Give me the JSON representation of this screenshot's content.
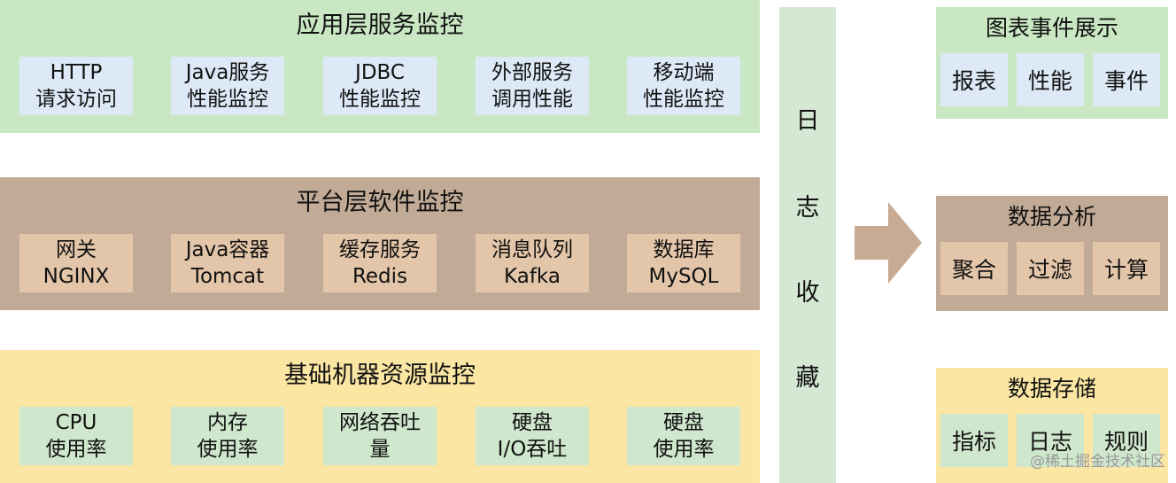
{
  "layers": {
    "app": {
      "title": "应用层服务监控",
      "items": [
        {
          "line1": "HTTP",
          "line2": "请求访问"
        },
        {
          "line1": "Java服务",
          "line2": "性能监控"
        },
        {
          "line1": "JDBC",
          "line2": "性能监控"
        },
        {
          "line1": "外部服务",
          "line2": "调用性能"
        },
        {
          "line1": "移动端",
          "line2": "性能监控"
        }
      ]
    },
    "platform": {
      "title": "平台层软件监控",
      "items": [
        {
          "line1": "网关",
          "line2": "NGINX"
        },
        {
          "line1": "Java容器",
          "line2": "Tomcat"
        },
        {
          "line1": "缓存服务",
          "line2": "Redis"
        },
        {
          "line1": "消息队列",
          "line2": "Kafka"
        },
        {
          "line1": "数据库",
          "line2": "MySQL"
        }
      ]
    },
    "infra": {
      "title": "基础机器资源监控",
      "items": [
        {
          "line1": "CPU",
          "line2": "使用率"
        },
        {
          "line1": "内存",
          "line2": "使用率"
        },
        {
          "line1": "网络吞吐",
          "line2": "量"
        },
        {
          "line1": "硬盘",
          "line2": "I/O吞吐"
        },
        {
          "line1": "硬盘",
          "line2": "使用率"
        }
      ]
    }
  },
  "log_collection": {
    "chars": [
      "日",
      "志",
      "收",
      "藏"
    ]
  },
  "arrow": {
    "icon": "right-arrow-icon",
    "color": "#c8ab93"
  },
  "right": {
    "display": {
      "title": "图表事件展示",
      "items": [
        "报表",
        "性能",
        "事件"
      ]
    },
    "analysis": {
      "title": "数据分析",
      "items": [
        "聚合",
        "过滤",
        "计算"
      ]
    },
    "storage": {
      "title": "数据存储",
      "items": [
        "指标",
        "日志",
        "规则"
      ]
    }
  },
  "watermark": "@稀土掘金技术社区",
  "colors": {
    "green_band": "#c9e7c3",
    "blue_cell": "#dde9f7",
    "brown_band": "#c2ab96",
    "tan_cell": "#e3c6a9",
    "yellow_band": "#fbe6a4",
    "mint_cell": "#cfe7cc",
    "log_column": "#d4e8d3"
  }
}
